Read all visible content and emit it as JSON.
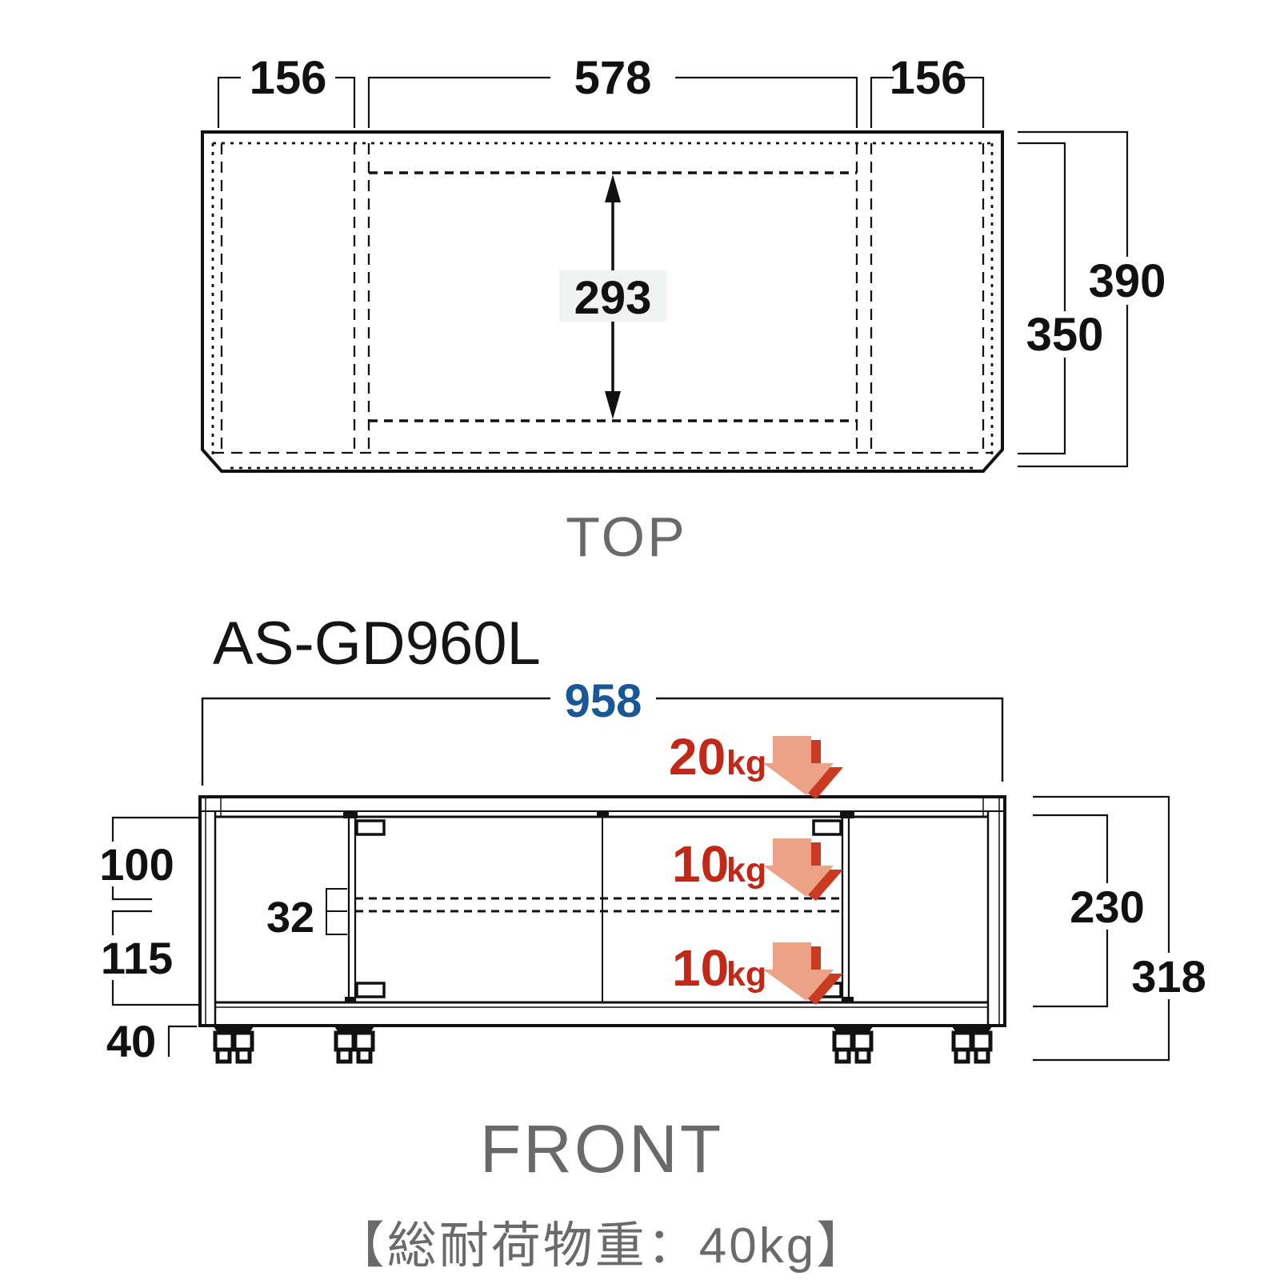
{
  "colors": {
    "line": "#111111",
    "caption_gray": "#6a6a6a",
    "dim_blue": "#1a5796",
    "load_red": "#c22718",
    "arrow_fill": "#eba286",
    "arrow_shadow": "#c93a20",
    "label_bg": "#f0f2f1"
  },
  "top_view": {
    "caption": "TOP",
    "dim_left": "156",
    "dim_center": "578",
    "dim_right": "156",
    "dim_inner_depth": "293",
    "dim_panel_depth": "350",
    "dim_total_depth": "390"
  },
  "front_view": {
    "model": "AS-GD960L",
    "caption": "FRONT",
    "dim_width": "958",
    "dim_upper_space": "100",
    "dim_lower_space": "115",
    "dim_shelf_pitch": "32",
    "dim_caster_height": "40",
    "dim_interior_height": "230",
    "dim_total_height": "318",
    "load_top": {
      "value": "20",
      "unit": "kg"
    },
    "load_middle": {
      "value": "10",
      "unit": "kg"
    },
    "load_bottom": {
      "value": "10",
      "unit": "kg"
    }
  },
  "footer": {
    "total_load_note": "【総耐荷物重：40kg】"
  }
}
